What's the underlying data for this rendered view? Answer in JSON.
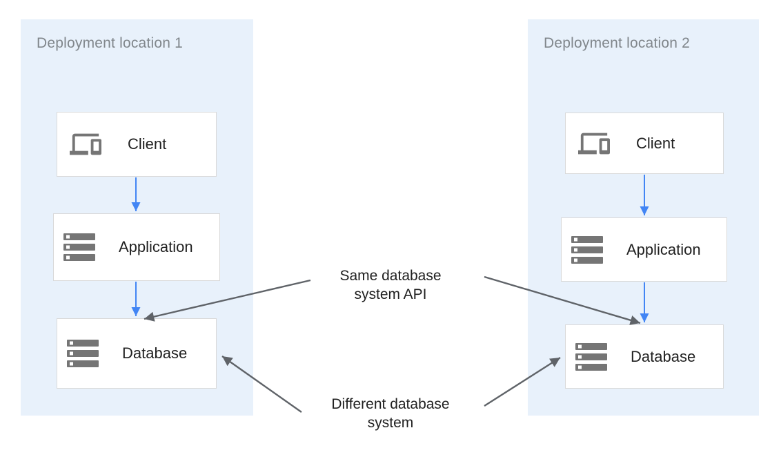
{
  "diagram": {
    "panels": [
      {
        "title": "Deployment location 1",
        "nodes": [
          {
            "label": "Client",
            "icon": "devices-icon"
          },
          {
            "label": "Application",
            "icon": "server-stack-icon"
          },
          {
            "label": "Database",
            "icon": "server-stack-icon"
          }
        ]
      },
      {
        "title": "Deployment location 2",
        "nodes": [
          {
            "label": "Client",
            "icon": "devices-icon"
          },
          {
            "label": "Application",
            "icon": "server-stack-icon"
          },
          {
            "label": "Database",
            "icon": "server-stack-icon"
          }
        ]
      }
    ],
    "annotations": [
      {
        "lines": [
          "Same database",
          "system API"
        ],
        "points_to": [
          "database-node-1",
          "database-node-2"
        ]
      },
      {
        "lines": [
          "Different database",
          "system"
        ],
        "points_to": [
          "database-node-1",
          "database-node-2"
        ]
      }
    ],
    "colors": {
      "panel_bg": "#e8f1fb",
      "flow_arrow_blue": "#4285f4",
      "annotation_arrow_gray": "#5f6368",
      "node_border": "#d9d9d9",
      "icon_gray": "#757575",
      "panel_title_text": "#80868b",
      "node_label_text": "#212121",
      "annotation_text": "#212121"
    }
  }
}
